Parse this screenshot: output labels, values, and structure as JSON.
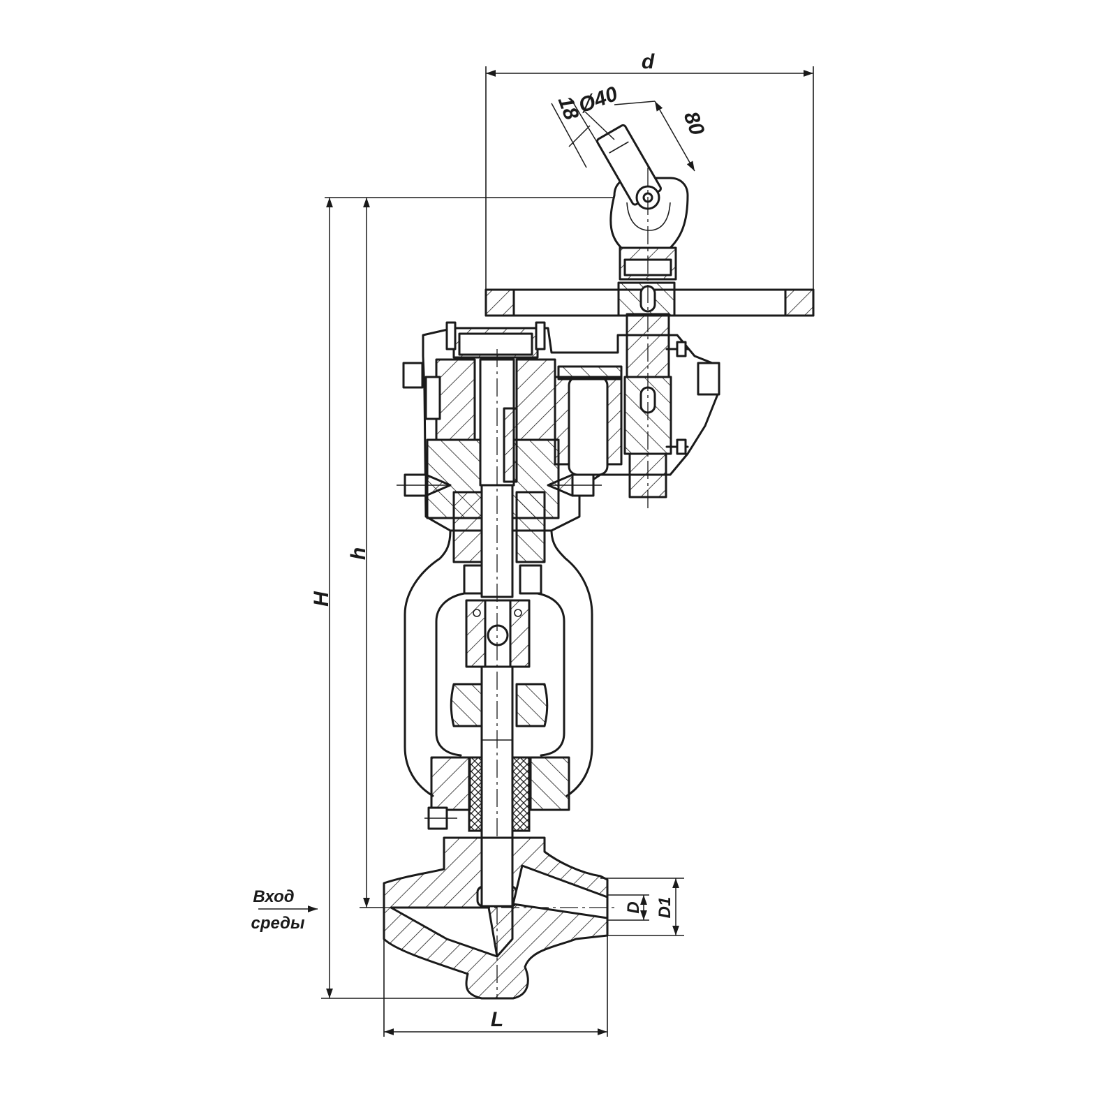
{
  "dimensions": {
    "d": "d",
    "slot": "18",
    "dia": "Ø40",
    "len": "80",
    "H": "H",
    "h": "h",
    "D": "D",
    "D1": "D1",
    "L": "L"
  },
  "flow_label": {
    "line1": "Вход",
    "line2": "среды"
  }
}
